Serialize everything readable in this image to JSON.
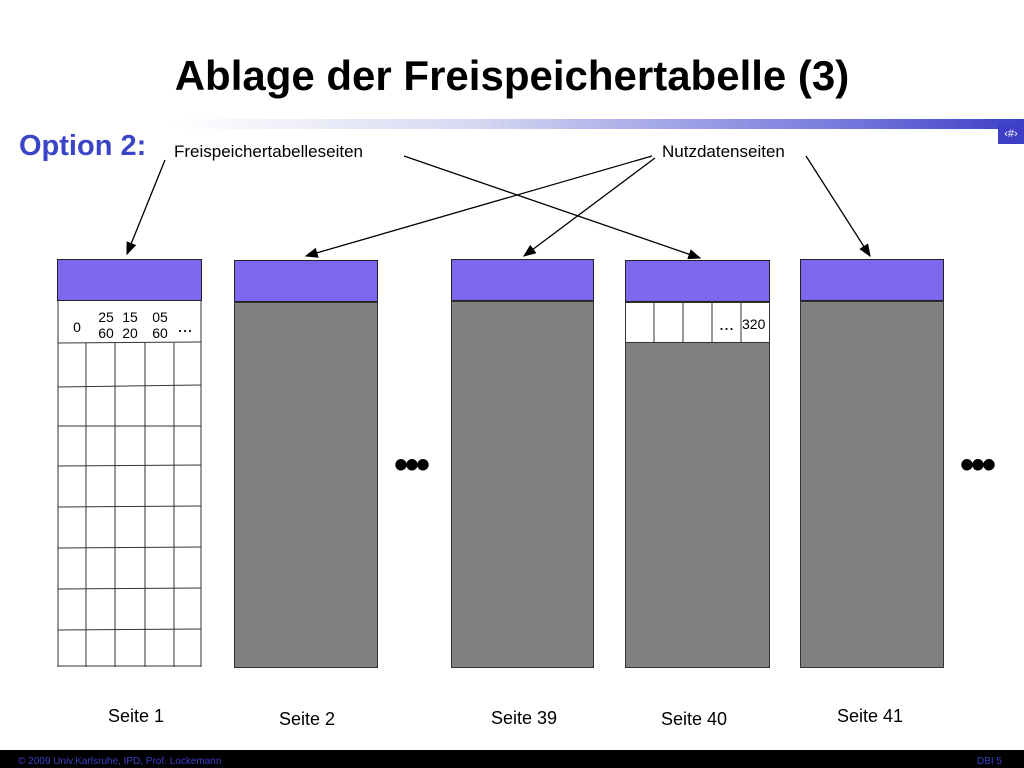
{
  "slide": {
    "title": "Ablage der Freispeichertabelle (3)",
    "option_label": "Option 2:",
    "slide_number_glyph": "‹#›"
  },
  "captions": {
    "freispeicher": "Freispeichertabelleseiten",
    "nutzdaten": "Nutzdatenseiten"
  },
  "pages": [
    {
      "label": "Seite 1"
    },
    {
      "label": "Seite 2"
    },
    {
      "label": "Seite 39"
    },
    {
      "label": "Seite 40"
    },
    {
      "label": "Seite 41"
    }
  ],
  "table_page1": {
    "row0": [
      "0",
      "25\n60",
      "15\n20",
      "05\n60",
      "..."
    ]
  },
  "table_page40": {
    "ellipsis": "...",
    "last_value": "320"
  },
  "ellipses": [
    "•••",
    "•••"
  ],
  "footer": {
    "left": "© 2009 Univ.Karlsruhe, IPD, Prof. Lockemann",
    "right": "DBI 5"
  },
  "colors": {
    "header_fill": "#7b68ee",
    "page_fill": "#808080",
    "accent_blue": "#3a44c7"
  }
}
